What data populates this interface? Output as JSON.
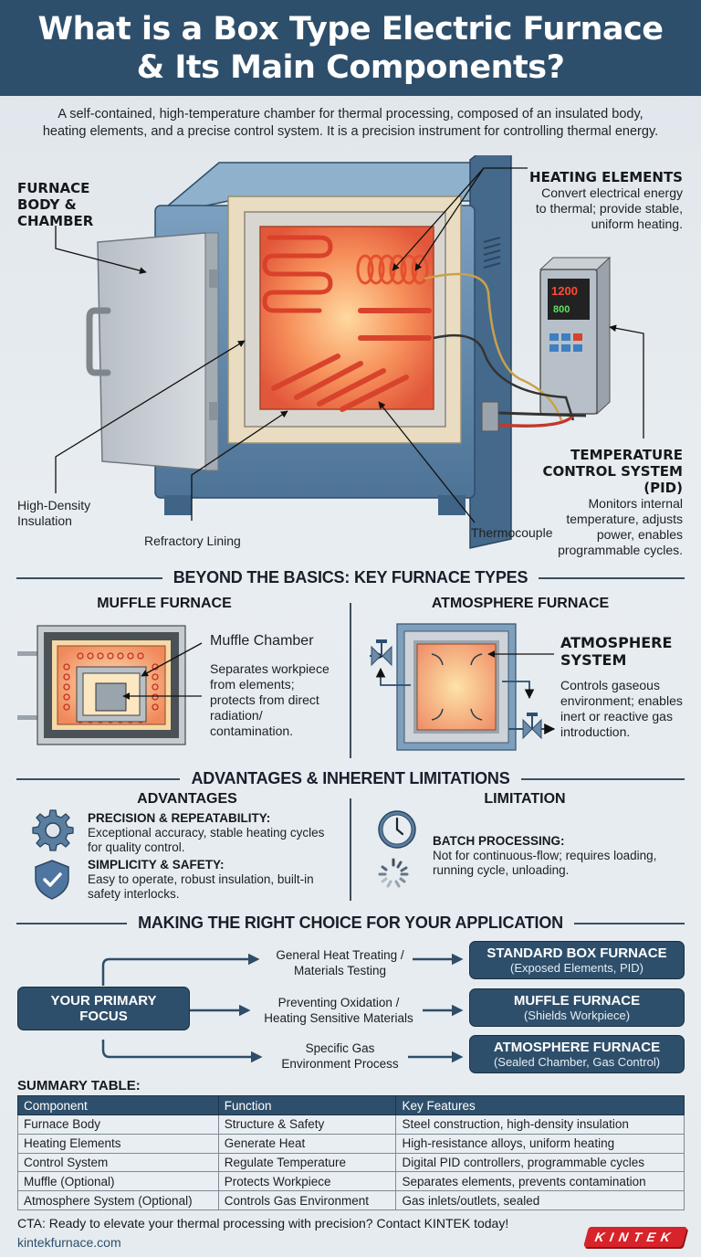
{
  "header": {
    "title_line1": "What is a Box Type Electric Furnace",
    "title_line2": "& Its Main Components?"
  },
  "intro": {
    "line1": "A self-contained, high-temperature chamber for thermal processing, composed of an insulated body,",
    "line2": "heating elements, and a precise control system. It is a precision instrument for controlling thermal energy."
  },
  "diagram": {
    "furnace_body": {
      "line1": "FURNACE",
      "line2": "BODY &",
      "line3": "CHAMBER"
    },
    "heating_elements": {
      "title": "HEATING ELEMENTS",
      "desc1": "Convert electrical energy",
      "desc2": "to thermal; provide stable,",
      "desc3": "uniform heating."
    },
    "insulation": {
      "line1": "High-Density",
      "line2": "Insulation"
    },
    "refractory": "Refractory Lining",
    "thermocouple": "Thermocouple",
    "control_system": {
      "title1": "TEMPERATURE",
      "title2": "CONTROL SYSTEM",
      "title3": "(PID)",
      "desc1": "Monitors internal",
      "desc2": "temperature, adjusts",
      "desc3": "power, enables",
      "desc4": "programmable cycles."
    },
    "controller_display": {
      "pv": "1200",
      "sv": "800"
    },
    "colors": {
      "body": "#5d84a6",
      "body_dark": "#3f6485",
      "glow": "#f26b3a",
      "insulation": "#e9dcc0"
    }
  },
  "furnace_types": {
    "section_title": "BEYOND THE BASICS: KEY FURNACE TYPES",
    "muffle": {
      "heading": "MUFFLE FURNACE",
      "label": "Muffle Chamber",
      "desc1": "Separates workpiece",
      "desc2": "from elements;",
      "desc3": "protects from direct",
      "desc4": "radiation/",
      "desc5": "contamination."
    },
    "atmosphere": {
      "heading": "ATMOSPHERE FURNACE",
      "label1": "ATMOSPHERE",
      "label2": "SYSTEM",
      "desc1": "Controls gaseous",
      "desc2": "environment; enables",
      "desc3": "inert or reactive gas",
      "desc4": "introduction."
    }
  },
  "advantages": {
    "section_title": "ADVANTAGES & INHERENT LIMITATIONS",
    "adv_heading": "ADVANTAGES",
    "lim_heading": "LIMITATION",
    "items": [
      {
        "icon": "gear-icon",
        "title": "PRECISION & REPEATABILITY:",
        "desc1": "Exceptional accuracy, stable heating cycles",
        "desc2": "for quality control."
      },
      {
        "icon": "shield-check-icon",
        "title": "SIMPLICITY & SAFETY:",
        "desc1": "Easy to operate, robust insulation, built-in",
        "desc2": "safety interlocks."
      }
    ],
    "limitation": {
      "icon": "clock-icon",
      "title": "BATCH PROCESSING:",
      "desc1": "Not for continuous-flow; requires loading,",
      "desc2": "running cycle, unloading."
    }
  },
  "choice": {
    "section_title": "MAKING THE RIGHT CHOICE FOR YOUR APPLICATION",
    "focus": {
      "line1": "YOUR PRIMARY",
      "line2": "FOCUS"
    },
    "paths": [
      {
        "label1": "General Heat Treating /",
        "label2": "Materials Testing",
        "result": "STANDARD BOX FURNACE",
        "sub": "(Exposed Elements, PID)"
      },
      {
        "label1": "Preventing Oxidation /",
        "label2": "Heating Sensitive Materials",
        "result": "MUFFLE FURNACE",
        "sub": "(Shields Workpiece)"
      },
      {
        "label1": "Specific Gas",
        "label2": "Environment Process",
        "result": "ATMOSPHERE FURNACE",
        "sub": "(Sealed Chamber, Gas Control)"
      }
    ]
  },
  "summary_table": {
    "title": "SUMMARY TABLE:",
    "headers": [
      "Component",
      "Function",
      "Key Features"
    ],
    "rows": [
      [
        "Furnace Body",
        "Structure & Safety",
        "Steel construction, high-density insulation"
      ],
      [
        "Heating Elements",
        "Generate Heat",
        "High-resistance alloys, uniform heating"
      ],
      [
        "Control System",
        "Regulate Temperature",
        "Digital PID controllers, programmable cycles"
      ],
      [
        "Muffle (Optional)",
        "Protects Workpiece",
        "Separates elements, prevents contamination"
      ],
      [
        "Atmosphere System (Optional)",
        "Controls Gas Environment",
        "Gas inlets/outlets, sealed"
      ]
    ]
  },
  "footer": {
    "cta": "CTA: Ready to elevate your thermal processing with precision? Contact KINTEK today!",
    "website": "kintekfurnace.com",
    "logo": "KINTEK",
    "logo_color": "#d8232a"
  }
}
